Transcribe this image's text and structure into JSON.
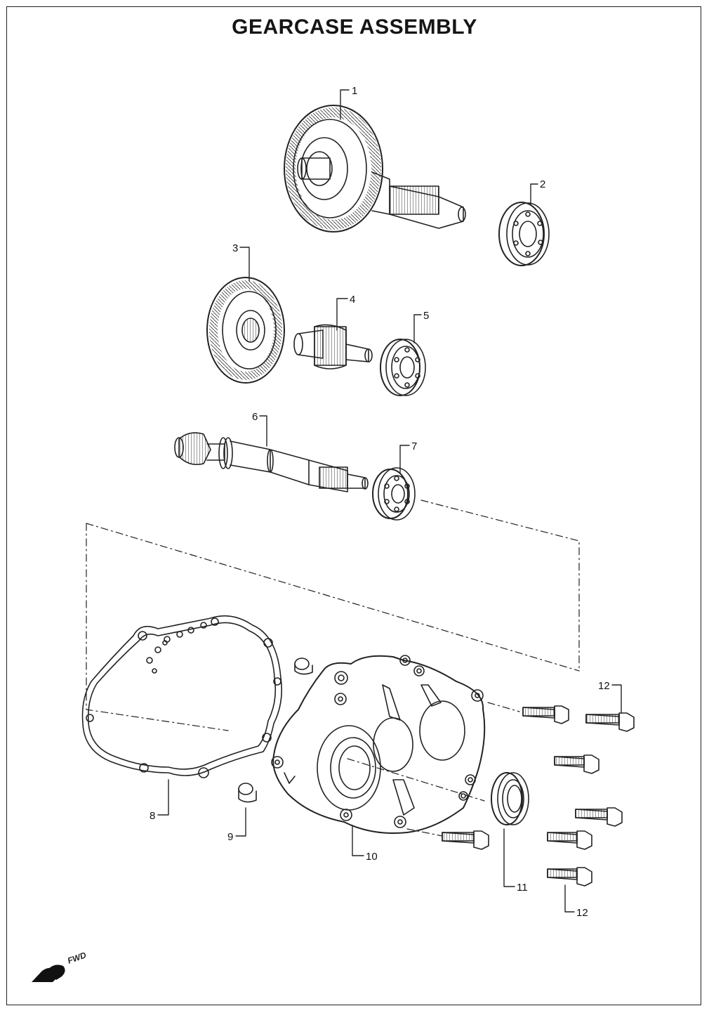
{
  "title": "GEARCASE ASSEMBLY",
  "callouts": {
    "c1": "1",
    "c2": "2",
    "c3": "3",
    "c4": "4",
    "c5": "5",
    "c6": "6",
    "c7": "7",
    "c8": "8",
    "c9": "9",
    "c10": "10",
    "c11": "11",
    "c12a": "12",
    "c12b": "12"
  },
  "fwd_label": "FWD",
  "icons": {
    "fwd": "forward-arrow-icon"
  }
}
